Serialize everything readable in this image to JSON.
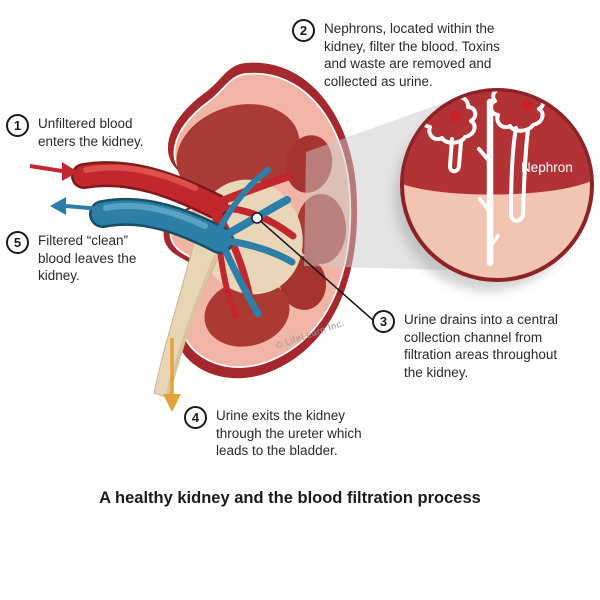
{
  "figure": {
    "title": "A healthy kidney and the blood filtration process",
    "credit": "© LifeLearn Inc.",
    "inset_label": "Nephron"
  },
  "callouts": [
    {
      "number": "1",
      "text": "Unfiltered blood\nenters the kidney."
    },
    {
      "number": "2",
      "text": "Nephrons, located within the\nkidney, filter the blood. Toxins\nand waste are removed and\ncollected as urine."
    },
    {
      "number": "3",
      "text": "Urine drains into a central\ncollection channel from\nfiltration areas throughout\nthe kidney."
    },
    {
      "number": "4",
      "text": "Urine exits the kidney\nthrough the ureter which\nleads to the bladder."
    },
    {
      "number": "5",
      "text": "Filtered “clean”\nblood leaves the\nkidney."
    }
  ],
  "colors": {
    "artery_red": "#c1272d",
    "vein_blue": "#2e7fa7",
    "urine_arrow_orange": "#e2a23c",
    "kidney_capsule": "#a5282c",
    "kidney_cortex": "#f0b5a5",
    "renal_pyramid": "#ab3a33",
    "renal_pelvis": "#e9d6b9",
    "ureter_cream": "#e8d5b6",
    "inset_dark": "#b23335",
    "inset_light": "#f2c4b2",
    "inset_border": "#8d2327",
    "glomerulus_red": "#cc2127",
    "text": "#2a2a2a"
  }
}
